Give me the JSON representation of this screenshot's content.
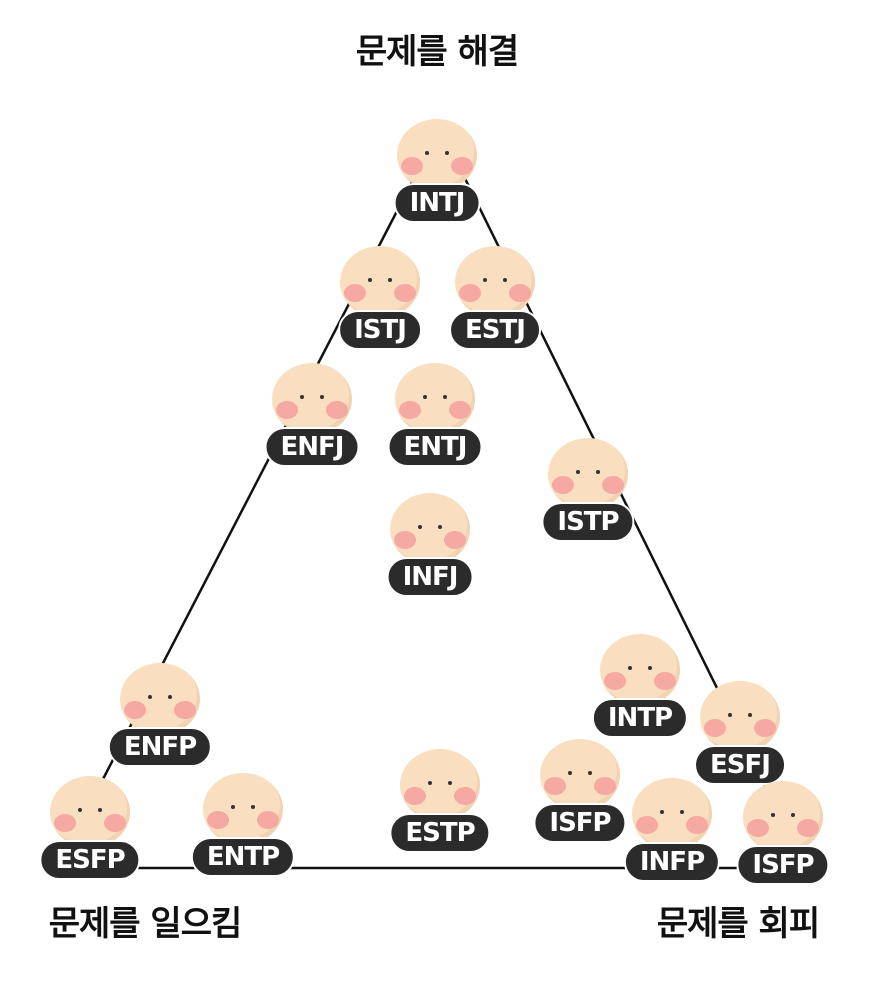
{
  "labels": {
    "top": "문제를 해결",
    "bottom_left": "문제를 일으킴",
    "bottom_right": "문제를 회피"
  },
  "colors": {
    "badge": "#2b2b2b",
    "skin": "#f9dfc0",
    "cheek": "#f6a8a3"
  },
  "types": [
    {
      "label": "INTJ"
    },
    {
      "label": "ISTJ"
    },
    {
      "label": "ESTJ"
    },
    {
      "label": "ENFJ"
    },
    {
      "label": "ENTJ"
    },
    {
      "label": "ISTP"
    },
    {
      "label": "INFJ"
    },
    {
      "label": "ENFP"
    },
    {
      "label": "INTP"
    },
    {
      "label": "ESFJ"
    },
    {
      "label": "ESFP"
    },
    {
      "label": "ENTP"
    },
    {
      "label": "ESTP"
    },
    {
      "label": "ISFP"
    },
    {
      "label": "INFP"
    },
    {
      "label": "ISFP"
    }
  ]
}
